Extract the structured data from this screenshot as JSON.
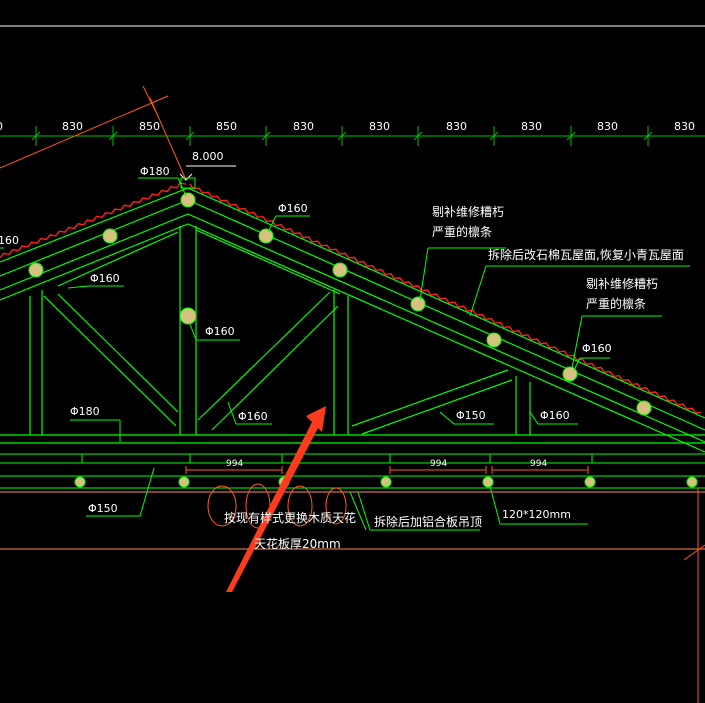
{
  "drawing": {
    "dimensions": [
      "0",
      "830",
      "850",
      "850",
      "830",
      "830",
      "830",
      "830",
      "830",
      "830"
    ],
    "elevation": "8.000",
    "members": {
      "ridge_purlin": "Φ180",
      "purlin_upper": "Φ160",
      "purlin_left_edge": "160",
      "diag_left": "Φ160",
      "king_post": "Φ160",
      "diag_mid": "Φ160",
      "purlin_right": "Φ160",
      "tie_beam": "Φ180",
      "diag_right_low": "Φ150",
      "vert_right": "Φ160",
      "ceiling_joist": "Φ150",
      "ceiling_beam": "120*120mm"
    },
    "spans": [
      "994",
      "994",
      "994"
    ],
    "notes": {
      "repair_1_line1": "剔补维修糟朽",
      "repair_1_line2": "严重的檩条",
      "roof_replace": "拆除后改石棉瓦屋面,恢复小青瓦屋面",
      "repair_2_line1": "剔补维修糟朽",
      "repair_2_line2": "严重的檩条",
      "ceiling_replace": "按现有样式更换木质天花",
      "ceiling_thickness": "天花板厚20mm",
      "aluminum_ceiling": "拆除后加铝合板吊顶"
    },
    "colors": {
      "background": "#000000",
      "structure": "#00ff00",
      "tiles": "#ff2020",
      "dimension": "#00c000",
      "annotation": "#ff5a1a",
      "arrow": "#ff3b1e",
      "text": "#ffffff"
    }
  }
}
